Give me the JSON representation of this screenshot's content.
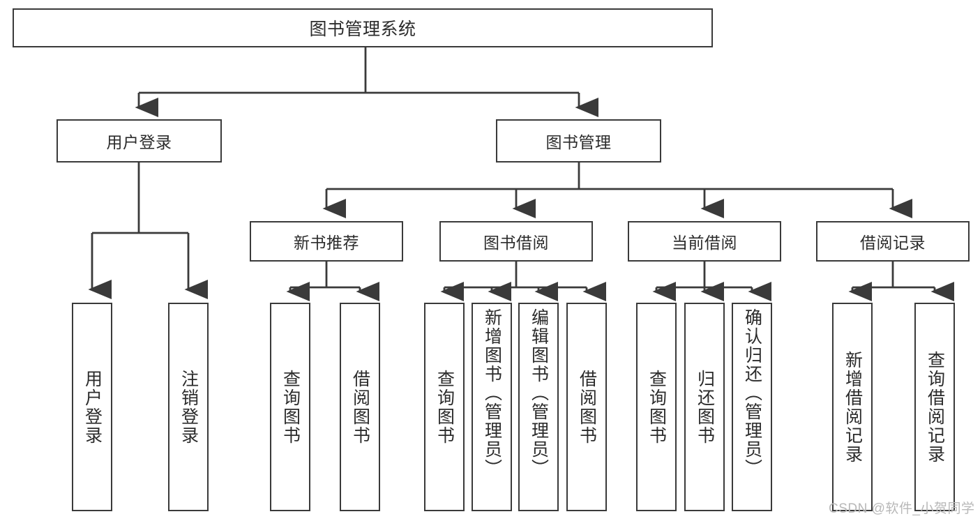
{
  "diagram": {
    "type": "tree-hierarchy",
    "title": "图书管理系统",
    "watermark": "CSDN @软件_小贺同学",
    "colors": {
      "stroke": "#3a3a3a",
      "text": "#2b2b2b",
      "background": "#ffffff",
      "watermark": "#b8b8b8"
    },
    "nodes": {
      "root": {
        "label": "图书管理系统"
      },
      "level2": [
        {
          "label": "用户登录"
        },
        {
          "label": "图书管理"
        }
      ],
      "level3": [
        {
          "label": "新书推荐"
        },
        {
          "label": "图书借阅"
        },
        {
          "label": "当前借阅"
        },
        {
          "label": "借阅记录"
        }
      ],
      "leaves": [
        {
          "label": "用户登录"
        },
        {
          "label": "注销登录"
        },
        {
          "label": "查询图书"
        },
        {
          "label": "借阅图书"
        },
        {
          "label": "查询图书"
        },
        {
          "label": "新增图书（管理员）"
        },
        {
          "label": "编辑图书（管理员）"
        },
        {
          "label": "借阅图书"
        },
        {
          "label": "查询图书"
        },
        {
          "label": "归还图书"
        },
        {
          "label": "确认归还（管理员）"
        },
        {
          "label": "新增借阅记录"
        },
        {
          "label": "查询借阅记录"
        }
      ]
    }
  }
}
